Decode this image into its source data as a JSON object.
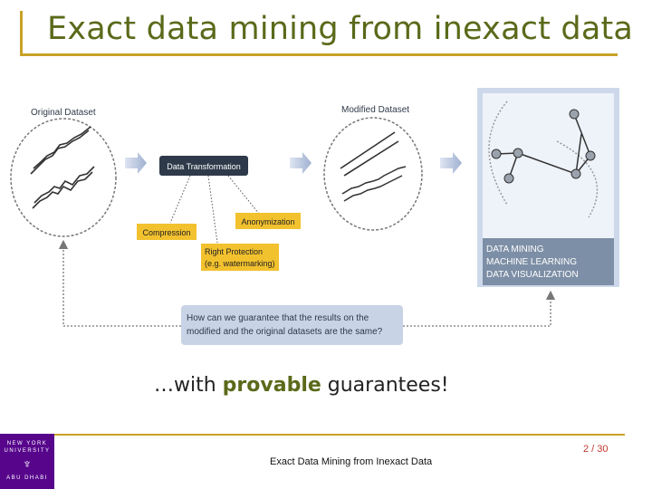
{
  "slide": {
    "title": "Exact data mining from inexact data",
    "guarantee": {
      "prefix": "…with ",
      "accent": "provable",
      "suffix": " guarantees!"
    },
    "footer_text": "Exact Data Mining from Inexact Data",
    "page_number": "2 / 30"
  },
  "logo": {
    "line1": "NEW YORK",
    "line2": "UNIVERSITY",
    "line3": "ABU DHABI"
  },
  "diagram": {
    "original_label": "Original Dataset",
    "modified_label": "Modified Dataset",
    "transformation_label": "Data Transformation",
    "compression_label": "Compression",
    "anonymization_label": "Anonymization",
    "right_protection_line1": "Right Protection",
    "right_protection_line2": "(e.g. watermarking)",
    "applications": [
      "DATA MINING",
      "MACHINE LEARNING",
      "DATA VISUALIZATION"
    ],
    "question_line1": "How can we guarantee that the results on the",
    "question_line2": "modified and the original datasets are the same?"
  },
  "colors": {
    "accent": "#c9a227",
    "title": "#5a6a1a",
    "brand": "#57068c",
    "dark_box": "#2e3a4a",
    "yellow_box": "#f2c12e",
    "gray_box": "#7d8fa6"
  }
}
